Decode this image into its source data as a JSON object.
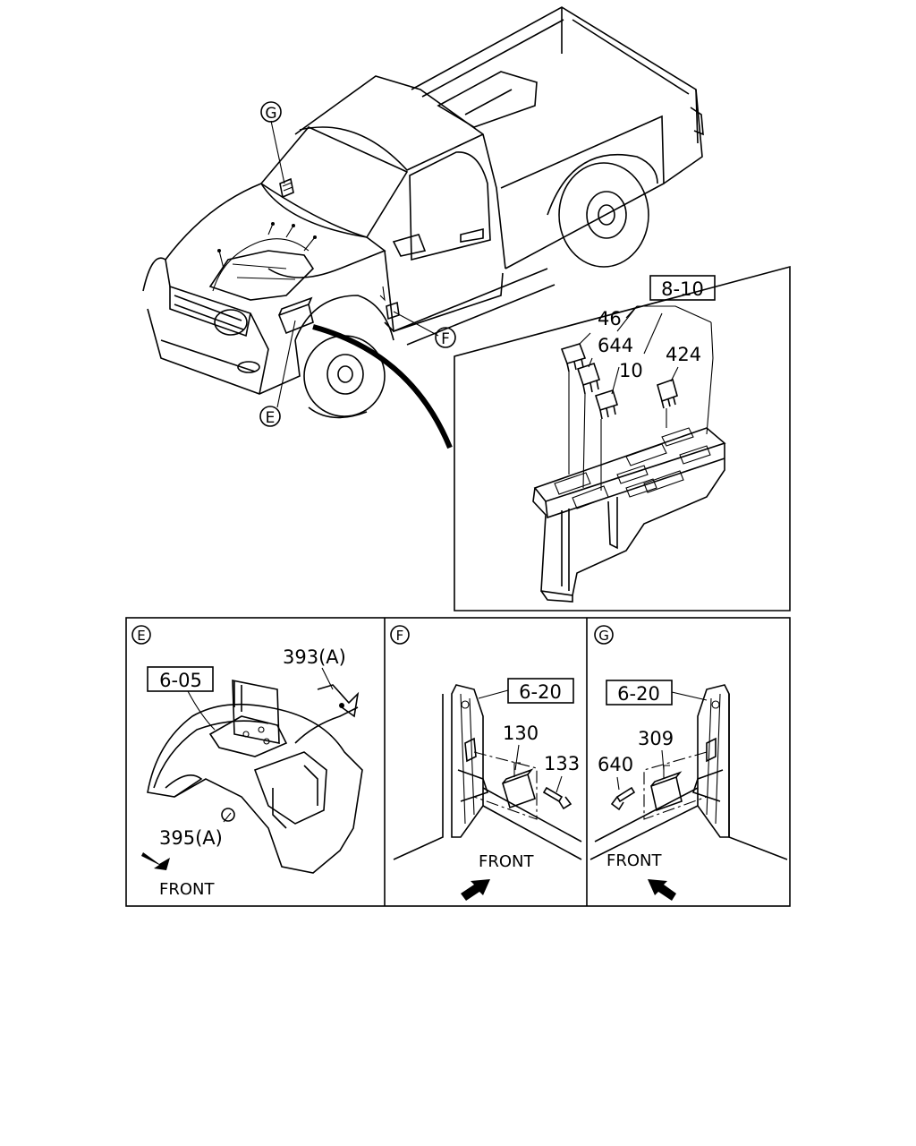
{
  "callouts": {
    "view_g": "G",
    "view_f": "F",
    "view_e": "E"
  },
  "relay_panel": {
    "group_ref": "8-10",
    "parts": [
      "46",
      "644",
      "10",
      "424"
    ]
  },
  "detail_e": {
    "tag": "E",
    "group_ref": "6-05",
    "part_top": "393(A)",
    "part_bottom": "395(A)",
    "front": "FRONT"
  },
  "detail_f": {
    "tag": "F",
    "group_ref": "6-20",
    "part_a": "130",
    "part_b": "133",
    "front": "FRONT"
  },
  "detail_g": {
    "tag": "G",
    "group_ref": "6-20",
    "part_a": "309",
    "part_b": "640",
    "front": "FRONT"
  }
}
